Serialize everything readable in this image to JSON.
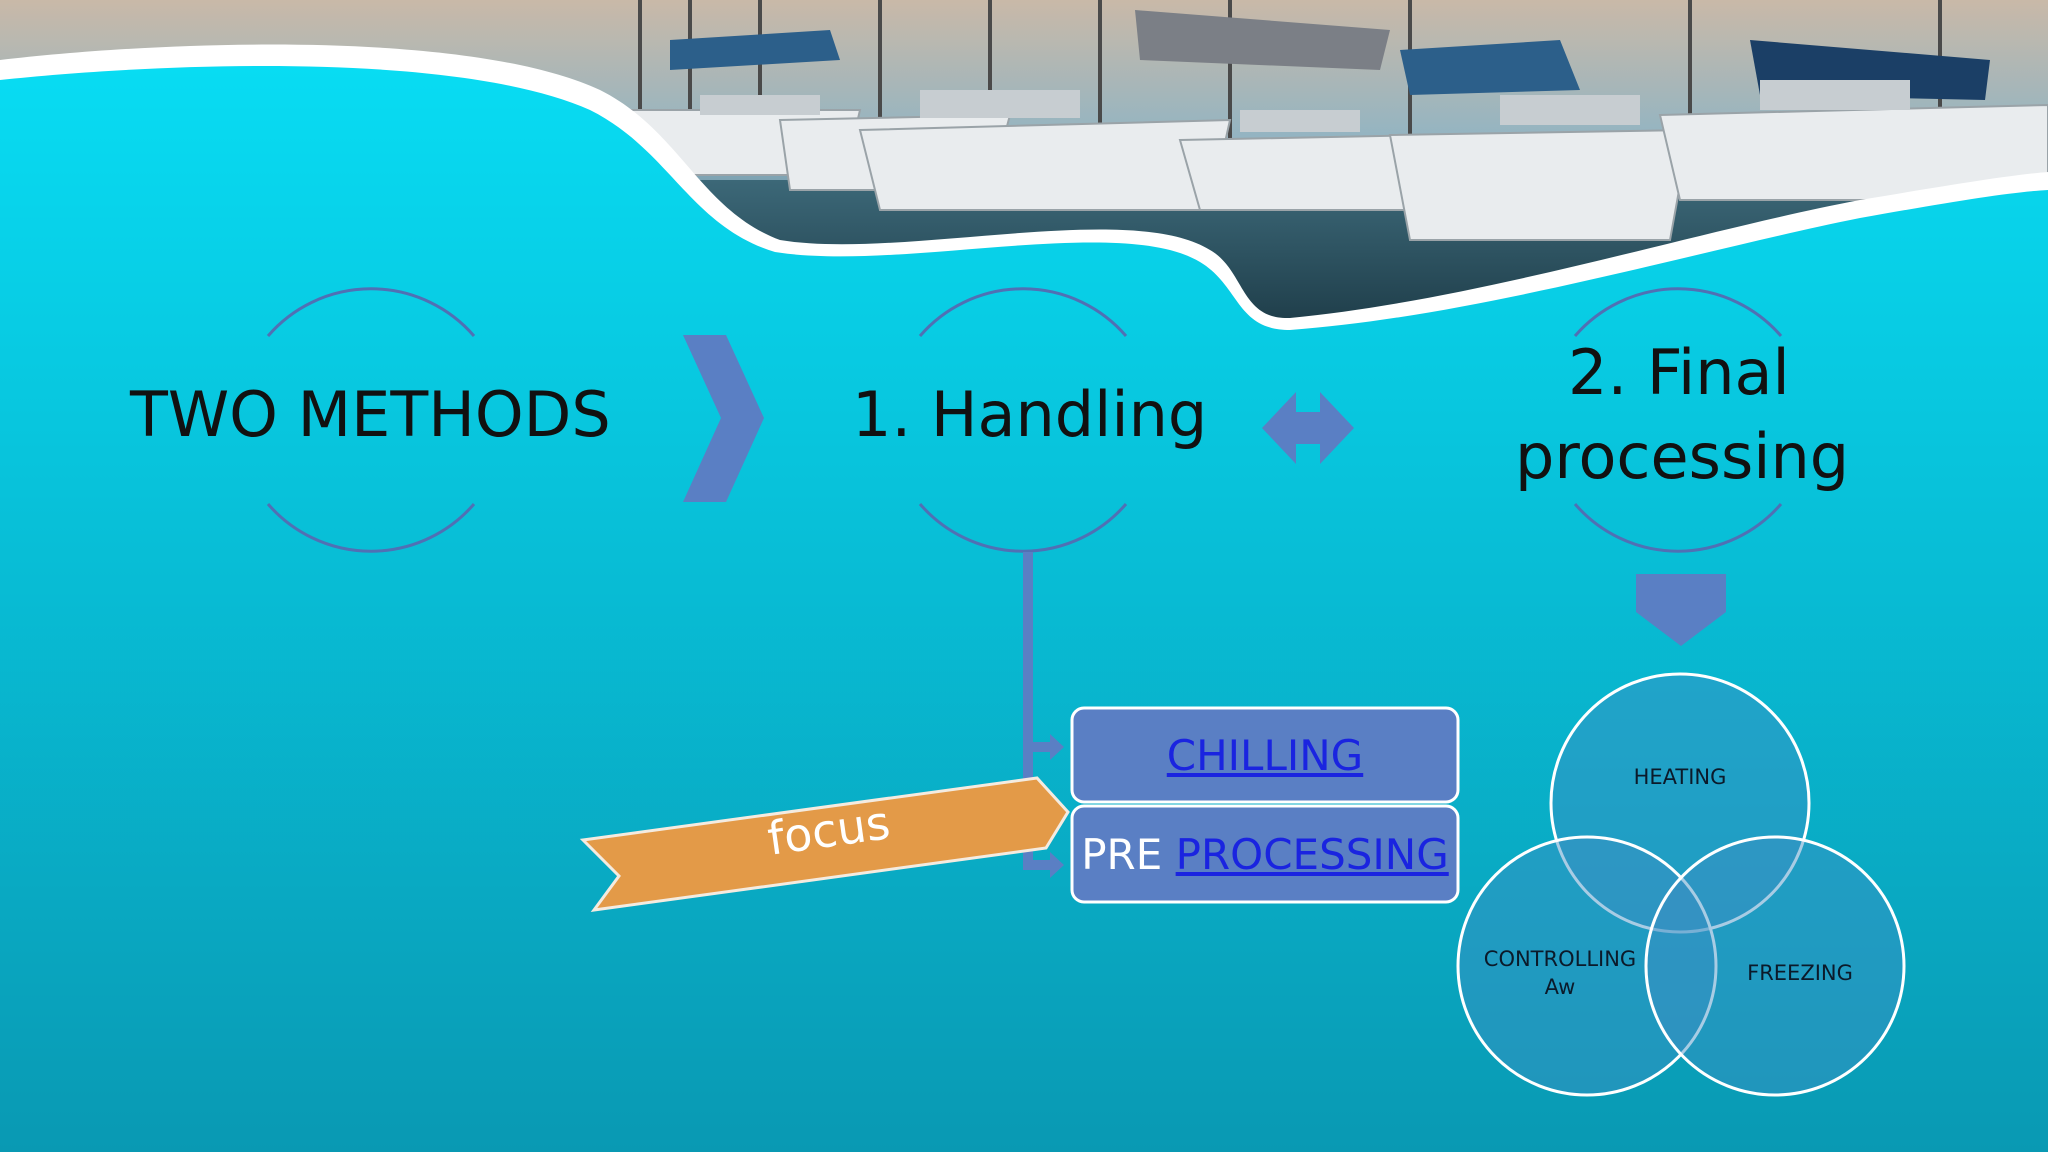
{
  "title": "TWO METHODS",
  "steps": {
    "step1": "1. Handling",
    "step2_line1": "2. Final",
    "step2_line2": "processing"
  },
  "handling_options": {
    "chilling": "CHILLING",
    "pre_prefix": "PRE ",
    "processing": "PROCESSING"
  },
  "callout": "focus",
  "final_methods": {
    "heating": "HEATING",
    "controlling_line1": "CONTROLLING",
    "controlling_line2": "Aw",
    "freezing": "FREEZING"
  },
  "colors": {
    "background_top": "#08d8f0",
    "background_bottom": "#0a9cb6",
    "shape_fill": "#5a7fc4",
    "callout_fill": "#e39a48",
    "link": "#1a24e0"
  }
}
